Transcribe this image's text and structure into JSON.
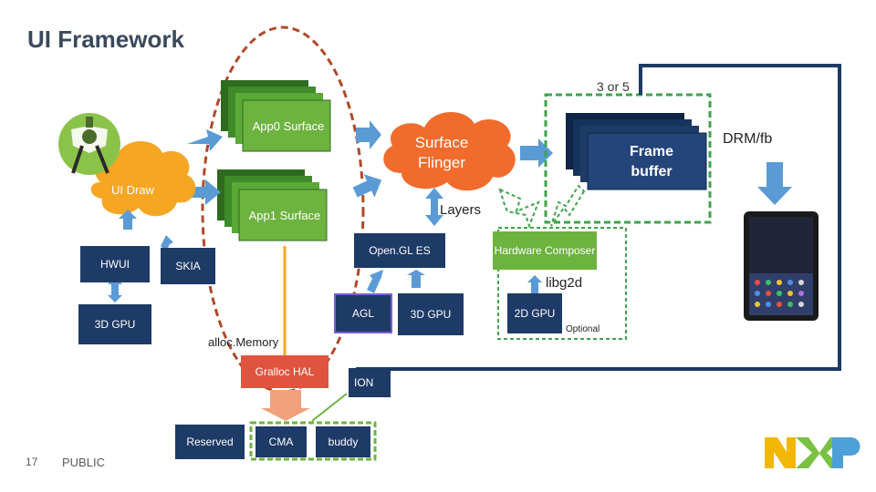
{
  "title": "UI Framework",
  "labels": {
    "buffers_count": "3 or 5",
    "app0": "App0 Surface",
    "app1": "App1 Surface",
    "surface_flinger": "Surface Flinger",
    "frame_buffer": "Frame buffer",
    "drm": "DRM/fb",
    "ui_draw": "UI Draw",
    "layers": "Layers",
    "hwui": "HWUI",
    "skia": "SKIA",
    "opengl": "Open.GL ES",
    "hwc": "Hardware Composer",
    "libg2d": "libg2d",
    "gpu3d_left": "3D GPU",
    "agl": "AGL",
    "gpu3d_mid": "3D GPU",
    "gpu2d": "2D GPU",
    "optional": "Optional",
    "alloc_memory": "alloc.Memory",
    "gralloc": "Gralloc HAL",
    "ion": "ION",
    "reserved": "Reserved",
    "cma": "CMA",
    "buddy": "buddy"
  },
  "footer": {
    "page_number": "17",
    "classification": "PUBLIC"
  },
  "colors": {
    "green": "#6db33f",
    "blue": "#3e76b6",
    "orange": "#f5a623",
    "red": "#e0533f",
    "navy": "#1e3a66",
    "grey": "#8c8c8c"
  },
  "icons": [
    "android-studio-icon",
    "tablet-icon",
    "nxp-logo"
  ]
}
